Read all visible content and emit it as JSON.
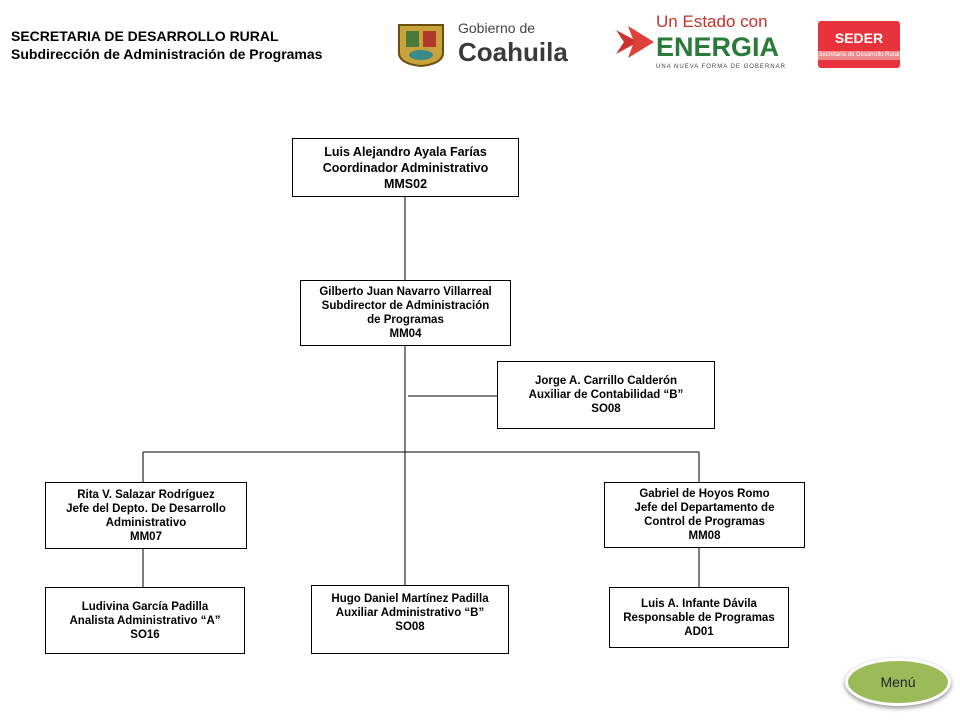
{
  "header": {
    "line1": "SECRETARIA DE DESARROLLO RURAL",
    "line2": "Subdirección de Administración de Programas"
  },
  "logos": {
    "coahuila_small": "Gobierno de",
    "coahuila_big": "Coahuila",
    "estado_small": "Un Estado con",
    "estado_big": "ENERGIA",
    "estado_tag": "UNA NUEVA FORMA DE GOBERNAR",
    "seder": "SEDER",
    "seder_sub": "Secretaría de Desarrollo Rural"
  },
  "nodes": {
    "coordinador": [
      "Luis Alejandro Ayala Farías",
      "Coordinador Administrativo",
      "MMS02"
    ],
    "subdirector": [
      "Gilberto Juan Navarro Villarreal",
      "Subdirector de Administración",
      "de Programas",
      "MM04"
    ],
    "auxiliar_contabilidad": [
      "Jorge A. Carrillo Calderón",
      "Auxiliar de Contabilidad “B”",
      "SO08"
    ],
    "jefe_desarrollo": [
      "Rita V. Salazar Rodríguez",
      "Jefe del Depto. De Desarrollo",
      "Administrativo",
      "MM07"
    ],
    "jefe_control": [
      "Gabriel de Hoyos Romo",
      "Jefe del Departamento de",
      "Control de Programas",
      "MM08"
    ],
    "analista": [
      "Ludivina García Padilla",
      "Analista Administrativo “A”",
      "SO16"
    ],
    "auxiliar_admin": [
      "Hugo Daniel Martínez Padilla",
      "Auxiliar Administrativo “B”",
      "SO08"
    ],
    "responsable": [
      "Luis A. Infante Dávila",
      "Responsable de Programas",
      "AD01"
    ]
  },
  "menu_label": "Menú"
}
